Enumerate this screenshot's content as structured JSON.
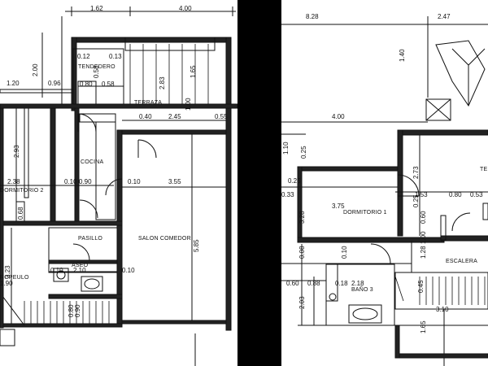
{
  "left_plan": {
    "dims": {
      "top_1": "1.62",
      "top_2": "4.00",
      "d_2_00": "2.00",
      "d_1_20": "1.20",
      "d_0_96": "0.96",
      "d_0_12": "0.12",
      "d_0_13": "0.13",
      "d_0_58a": "0.58",
      "d_0_80": "0.80",
      "d_0_58b": "0.58",
      "d_2_83": "2.83",
      "d_1_65": "1.65",
      "d_1_00": "1.00",
      "d_0_40": "0.40",
      "d_2_45": "2.45",
      "d_0_55": "0.55",
      "d_2_93": "2.93",
      "d_2_38": "2.38",
      "d_0_10a": "0.10",
      "d_0_90": "0.90",
      "d_0_10b": "0.10",
      "d_3_55": "3.55",
      "d_5_85": "5.85",
      "d_0_68": "0.68",
      "d_0_10c": "0.10",
      "d_2_10": "2.10",
      "d_0_10d": "0.10",
      "d_3_23": "3.23",
      "d_1_90": "1.90",
      "d_0_80v": "0.80",
      "d_0_90v": "0.90"
    },
    "rooms": {
      "tendedero": "TENDEDERO",
      "terraza": "TERRAZA",
      "cocina": "COCINA",
      "dormitorio_2": "DORMITORIO 2",
      "pasillo": "PASILLO",
      "salon_comedor": "SALON COMEDOR",
      "aseo": "ASEO",
      "roperos": "ROPEULO"
    }
  },
  "right_plan": {
    "dims": {
      "top_1": "8.28",
      "top_2": "2.47",
      "d_1_40": "1.40",
      "d_4_00": "4.00",
      "d_1_10": "1.10",
      "d_0_25a": "0.25",
      "d_0_25b": "0.25",
      "d_0_33": "0.33",
      "d_2_73": "2.73",
      "d_3_75": "3.75",
      "d_3_28": "3.28",
      "d_1_53": "1.53",
      "d_0_80": "0.80",
      "d_0_53": "0.53",
      "d_0_25c": "0.25",
      "d_0_60": "0.60",
      "d_1_00": "1.00",
      "d_1_28": "1.28",
      "d_0_08": "0.08",
      "d_0_10": "0.10",
      "d_0_60b": "0.60",
      "d_0_88": "0.88",
      "d_0_18": "0.18",
      "d_2_18": "2.18",
      "d_2_03": "2.03",
      "d_0_45": "0.45",
      "d_3_10": "3.10",
      "d_1_65": "1.65"
    },
    "rooms": {
      "dormitorio_1": "DORMITORIO 1",
      "escalera": "ESCALERA",
      "bano_3": "BAÑO 3",
      "te": "TE"
    }
  }
}
